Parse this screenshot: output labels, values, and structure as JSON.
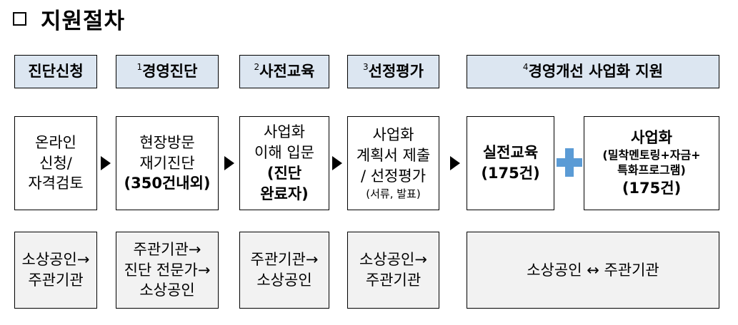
{
  "title": "지원절차",
  "headers": [
    {
      "num": "",
      "label": "진단신청"
    },
    {
      "num": "1",
      "label": "경영진단"
    },
    {
      "num": "2",
      "label": "사전교육"
    },
    {
      "num": "3",
      "label": "선정평가"
    },
    {
      "num": "4",
      "label": "경영개선 사업화 지원"
    }
  ],
  "details": {
    "apply": {
      "line1": "온라인",
      "line2": "신청/",
      "line3": "자격검토"
    },
    "diagnosis": {
      "line1": "현장방문",
      "line2": "재기진단",
      "line3": "(350건내외)"
    },
    "preedu": {
      "line1": "사업화",
      "line2": "이해 입문",
      "line3": "(진단",
      "line4": "완료자)"
    },
    "selection": {
      "line1": "사업화",
      "line2": "계획서 제출",
      "line3": "/ 선정평가",
      "line4": "(서류, 발표)"
    },
    "training": {
      "line1": "실전교육",
      "line2": "(175건)"
    },
    "commercial": {
      "line1": "사업화",
      "line2": "(밀착멘토링+자금+",
      "line3": "특화프로그램)",
      "line4": "(175건)"
    }
  },
  "flows": {
    "apply": {
      "line1": "소상공인→",
      "line2": "주관기관"
    },
    "diagnosis": {
      "line1": "주관기관→",
      "line2": "진단 전문가→",
      "line3": "소상공인"
    },
    "preedu": {
      "line1": "주관기관→",
      "line2": "소상공인"
    },
    "selection": {
      "line1": "소상공인→",
      "line2": "주관기관"
    },
    "support": {
      "line1": "소상공인 ↔ 주관기관"
    }
  },
  "icons": {
    "arrow": "right-triangle-icon",
    "plus": "plus-icon"
  },
  "colors": {
    "header_bg": "#dce6f1",
    "bottom_bg": "#f2f2f2",
    "plus": "#5b9bd5"
  }
}
